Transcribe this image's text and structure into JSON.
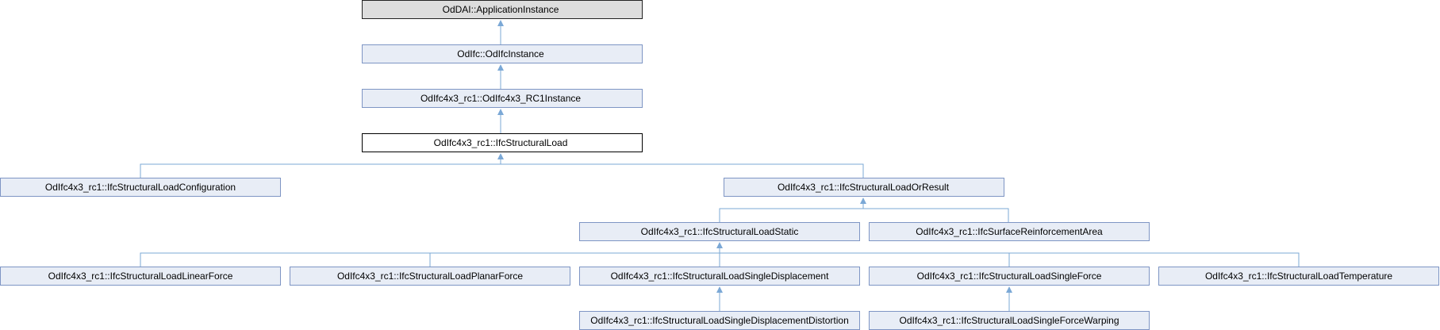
{
  "diagram": {
    "nodes": {
      "app_instance": "OdDAI::ApplicationInstance",
      "ifc_instance": "OdIfc::OdIfcInstance",
      "rc1_instance": "OdIfc4x3_rc1::OdIfc4x3_RC1Instance",
      "structural_load": "OdIfc4x3_rc1::IfcStructuralLoad",
      "load_configuration": "OdIfc4x3_rc1::IfcStructuralLoadConfiguration",
      "load_or_result": "OdIfc4x3_rc1::IfcStructuralLoadOrResult",
      "load_static": "OdIfc4x3_rc1::IfcStructuralLoadStatic",
      "surface_reinforcement_area": "OdIfc4x3_rc1::IfcSurfaceReinforcementArea",
      "linear_force": "OdIfc4x3_rc1::IfcStructuralLoadLinearForce",
      "planar_force": "OdIfc4x3_rc1::IfcStructuralLoadPlanarForce",
      "single_displacement": "OdIfc4x3_rc1::IfcStructuralLoadSingleDisplacement",
      "single_force": "OdIfc4x3_rc1::IfcStructuralLoadSingleForce",
      "temperature": "OdIfc4x3_rc1::IfcStructuralLoadTemperature",
      "single_displacement_distortion": "OdIfc4x3_rc1::IfcStructuralLoadSingleDisplacementDistortion",
      "single_force_warping": "OdIfc4x3_rc1::IfcStructuralLoadSingleForceWarping"
    }
  }
}
